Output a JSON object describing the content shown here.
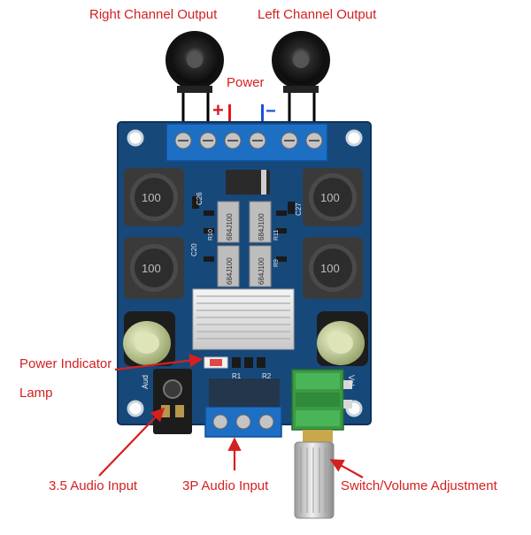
{
  "labels": {
    "right_output": "Right Channel Output",
    "left_output": "Left Channel Output",
    "power": "Power",
    "plus": "+",
    "minus": "−",
    "power_indicator": "Power Indicator",
    "lamp": "Lamp",
    "audio_35": "3.5 Audio Input",
    "audio_3p": "3P Audio Input",
    "switch_volume": "Switch/Volume Adjustment"
  },
  "silkscreen": {
    "inductor": "100",
    "chip": "684J100",
    "c26": "C26",
    "c27": "C27",
    "c20": "C20",
    "r10": "R10",
    "r11": "R11",
    "r9": "R9",
    "r1": "R1",
    "r2": "R2",
    "vol": "Vol",
    "aud": "Aud"
  },
  "colors": {
    "label_red": "#d42020",
    "pcb_blue": "#17487a",
    "terminal_blue": "#1d6fc4",
    "pot_green": "#3a9a45",
    "plus_red": "#e01818",
    "minus_blue": "#1a4fd8"
  }
}
